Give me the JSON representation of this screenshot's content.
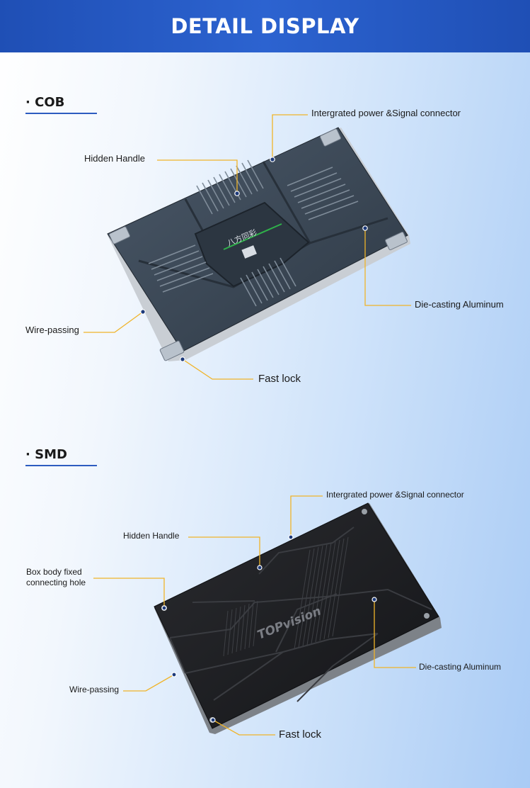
{
  "banner": {
    "title": "DETAIL DISPLAY"
  },
  "cob": {
    "title": "· COB",
    "logo_text": "八方同彩",
    "labels": {
      "connector": "Intergrated power &Signal connector",
      "handle": "Hidden Handle",
      "aluminum": "Die-casting Aluminum",
      "wire": "Wire-passing",
      "lock": "Fast lock"
    }
  },
  "smd": {
    "title": "· SMD",
    "logo_text": "TOPvision",
    "labels": {
      "connector": "Intergrated power &Signal connector",
      "handle": "Hidden Handle",
      "hole_line1": "Box body fixed",
      "hole_line2": "connecting hole",
      "aluminum": "Die-casting Aluminum",
      "wire": "Wire-passing",
      "lock": "Fast lock"
    }
  },
  "colors": {
    "banner": "#2c63d0",
    "accent_line": "#2d5cc0",
    "leader": "#f0b429",
    "cob_panel": "#3a4654",
    "smd_panel": "#1e1f22"
  }
}
